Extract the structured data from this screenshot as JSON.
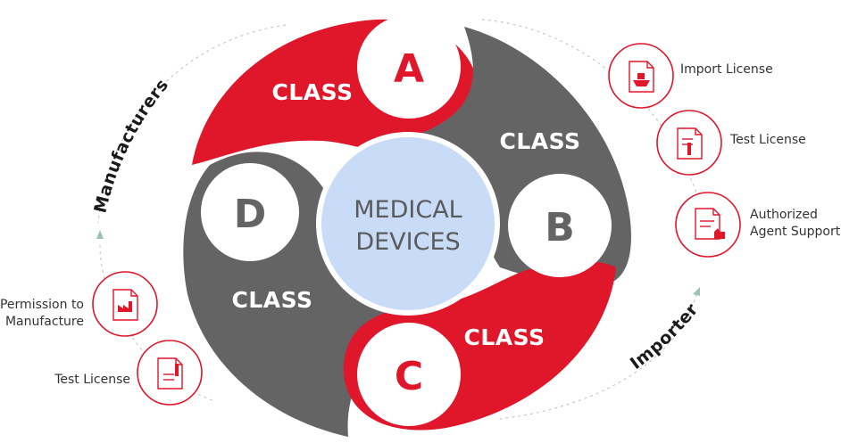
{
  "diagram": {
    "center": {
      "line1": "MEDICAL",
      "line2": "DEVICES"
    },
    "classes": [
      {
        "word": "CLASS",
        "letter": "A",
        "color": "#e0162b"
      },
      {
        "word": "CLASS",
        "letter": "B",
        "color": "#646464"
      },
      {
        "word": "CLASS",
        "letter": "C",
        "color": "#e0162b"
      },
      {
        "word": "CLASS",
        "letter": "D",
        "color": "#646464"
      }
    ],
    "manufacturers": {
      "label": "Manufacturers",
      "items": [
        {
          "line1": "Permission to",
          "line2": "Manufacture",
          "icon": "document-factory-icon"
        },
        {
          "line1": "Test License",
          "icon": "document-test-tube-icon"
        }
      ]
    },
    "importer": {
      "label": "Importer",
      "items": [
        {
          "line1": "Import License",
          "icon": "document-ship-icon"
        },
        {
          "line1": "Test License",
          "icon": "document-test-tube-icon"
        },
        {
          "line1": "Authorized",
          "line2": "Agent Support",
          "icon": "document-thumbs-up-icon"
        }
      ]
    },
    "colors": {
      "red": "#e0162b",
      "gray": "#646464",
      "center_fill": "#c9dcf7",
      "center_stroke": "#ffffff"
    }
  }
}
